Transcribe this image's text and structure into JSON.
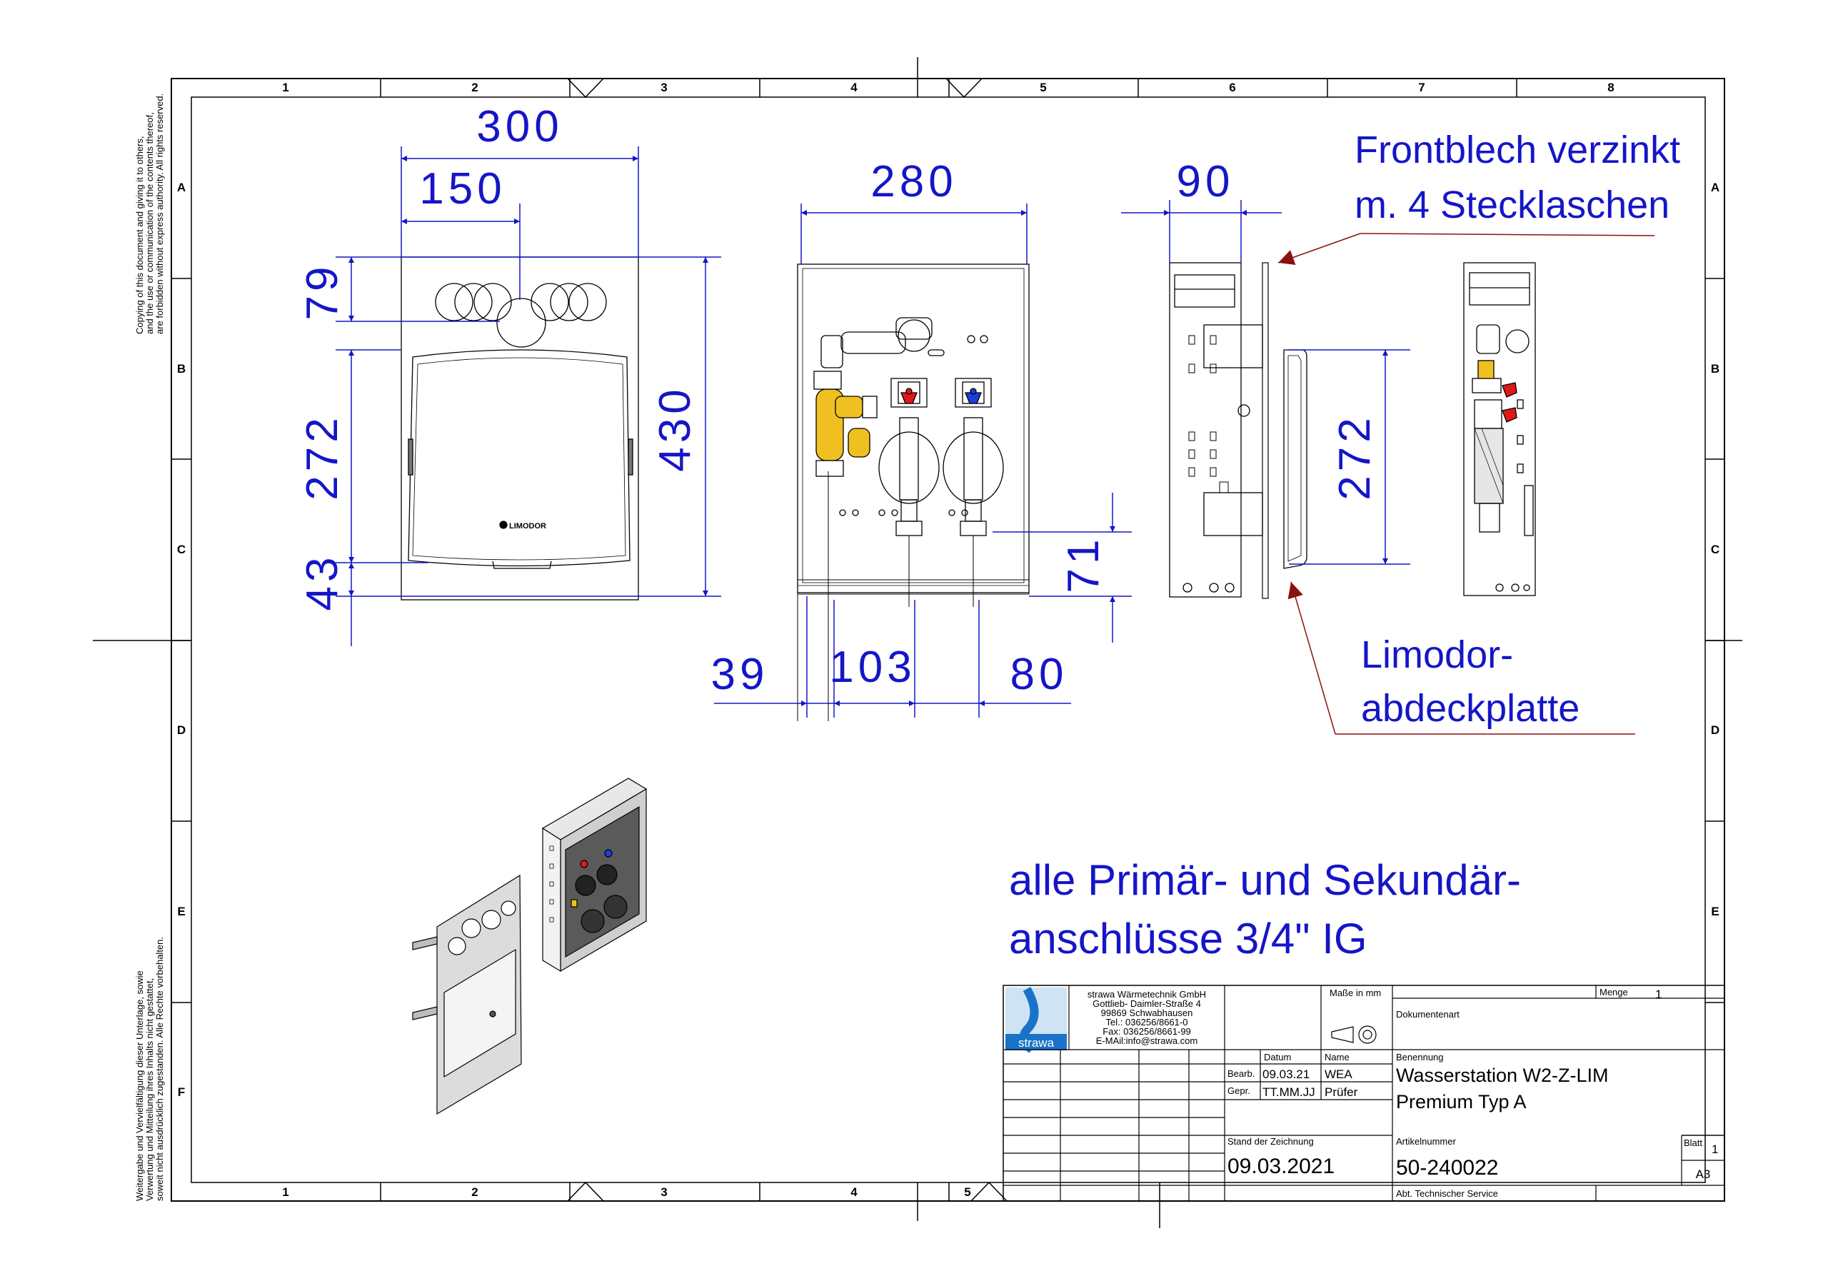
{
  "copyright_text": [
    "Copying of this document and giving it to others,",
    "and the use or communication of the contents thereof,",
    "are forbidden without express authority. All rights reserved."
  ],
  "rights_text_de": [
    "Weitergabe und Vervielfältigung dieser Unterlage, sowie",
    "Verwertung und Mitteilung ihres Inhalts nicht gestattet,",
    "soweit nicht ausdrücklich zugestanden. Alle Rechte vorbehalten."
  ],
  "zones": {
    "columns_top": [
      "1",
      "2",
      "3",
      "4",
      "5",
      "6",
      "7",
      "8"
    ],
    "columns_bottom": [
      "1",
      "2",
      "3",
      "4",
      "5"
    ],
    "rows": [
      "A",
      "B",
      "C",
      "D",
      "E",
      "F"
    ]
  },
  "dimensions": {
    "d300": "300",
    "d150": "150",
    "d79": "79",
    "d272a": "272",
    "d43": "43",
    "d430": "430",
    "d280": "280",
    "d71": "71",
    "d39": "39",
    "d103": "103",
    "d80": "80",
    "d90": "90",
    "d272b": "272"
  },
  "cover_logo_text": "LIMODOR",
  "notes": {
    "frontblech_1": "Frontblech verzinkt",
    "frontblech_2": "m. 4 Stecklaschen",
    "limodor_1": "Limodor-",
    "limodor_2": "abdeckplatte",
    "anschluss_1": "alle Primär- und Sekundär-",
    "anschluss_2": "anschlüsse 3/4\" IG"
  },
  "title_block": {
    "logo_text": "strawa",
    "company": [
      "strawa Wärmetechnik GmbH",
      "Gottlieb- Daimler-Straße 4",
      "99869 Schwabhausen",
      "Tel.: 036256/8661-0",
      "Fax: 036256/8661-99",
      "E-MAil:info@strawa.com"
    ],
    "masse_label": "Maße in mm",
    "menge_label": "Menge",
    "menge_value": "1",
    "dokumentenart_label": "Dokumentenart",
    "datum_label": "Datum",
    "name_label": "Name",
    "bearb_label": "Bearb.",
    "bearb_date": "09.03.21",
    "bearb_name": "WEA",
    "gepr_label": "Gepr.",
    "gepr_date": "TT.MM.JJ",
    "gepr_name": "Prüfer",
    "benennung_label": "Benennung",
    "benennung_1": "Wasserstation W2-Z-LIM",
    "benennung_2": "Premium Typ A",
    "stand_label": "Stand der Zeichnung",
    "stand_value": "09.03.2021",
    "artikel_label": "Artikelnummer",
    "artikel_value": "50-240022",
    "blatt_label": "Blatt",
    "blatt_value": "1",
    "format_value": "A3",
    "abt_label": "Abt. Technischer Service"
  },
  "colors": {
    "dimension": "#1515c8",
    "leader": "#8b1010",
    "frame": "#000000",
    "valve_red": "#e01818",
    "valve_blue": "#1a3fd8",
    "brass": "#f0c020",
    "logo_blue": "#1a73c8"
  }
}
